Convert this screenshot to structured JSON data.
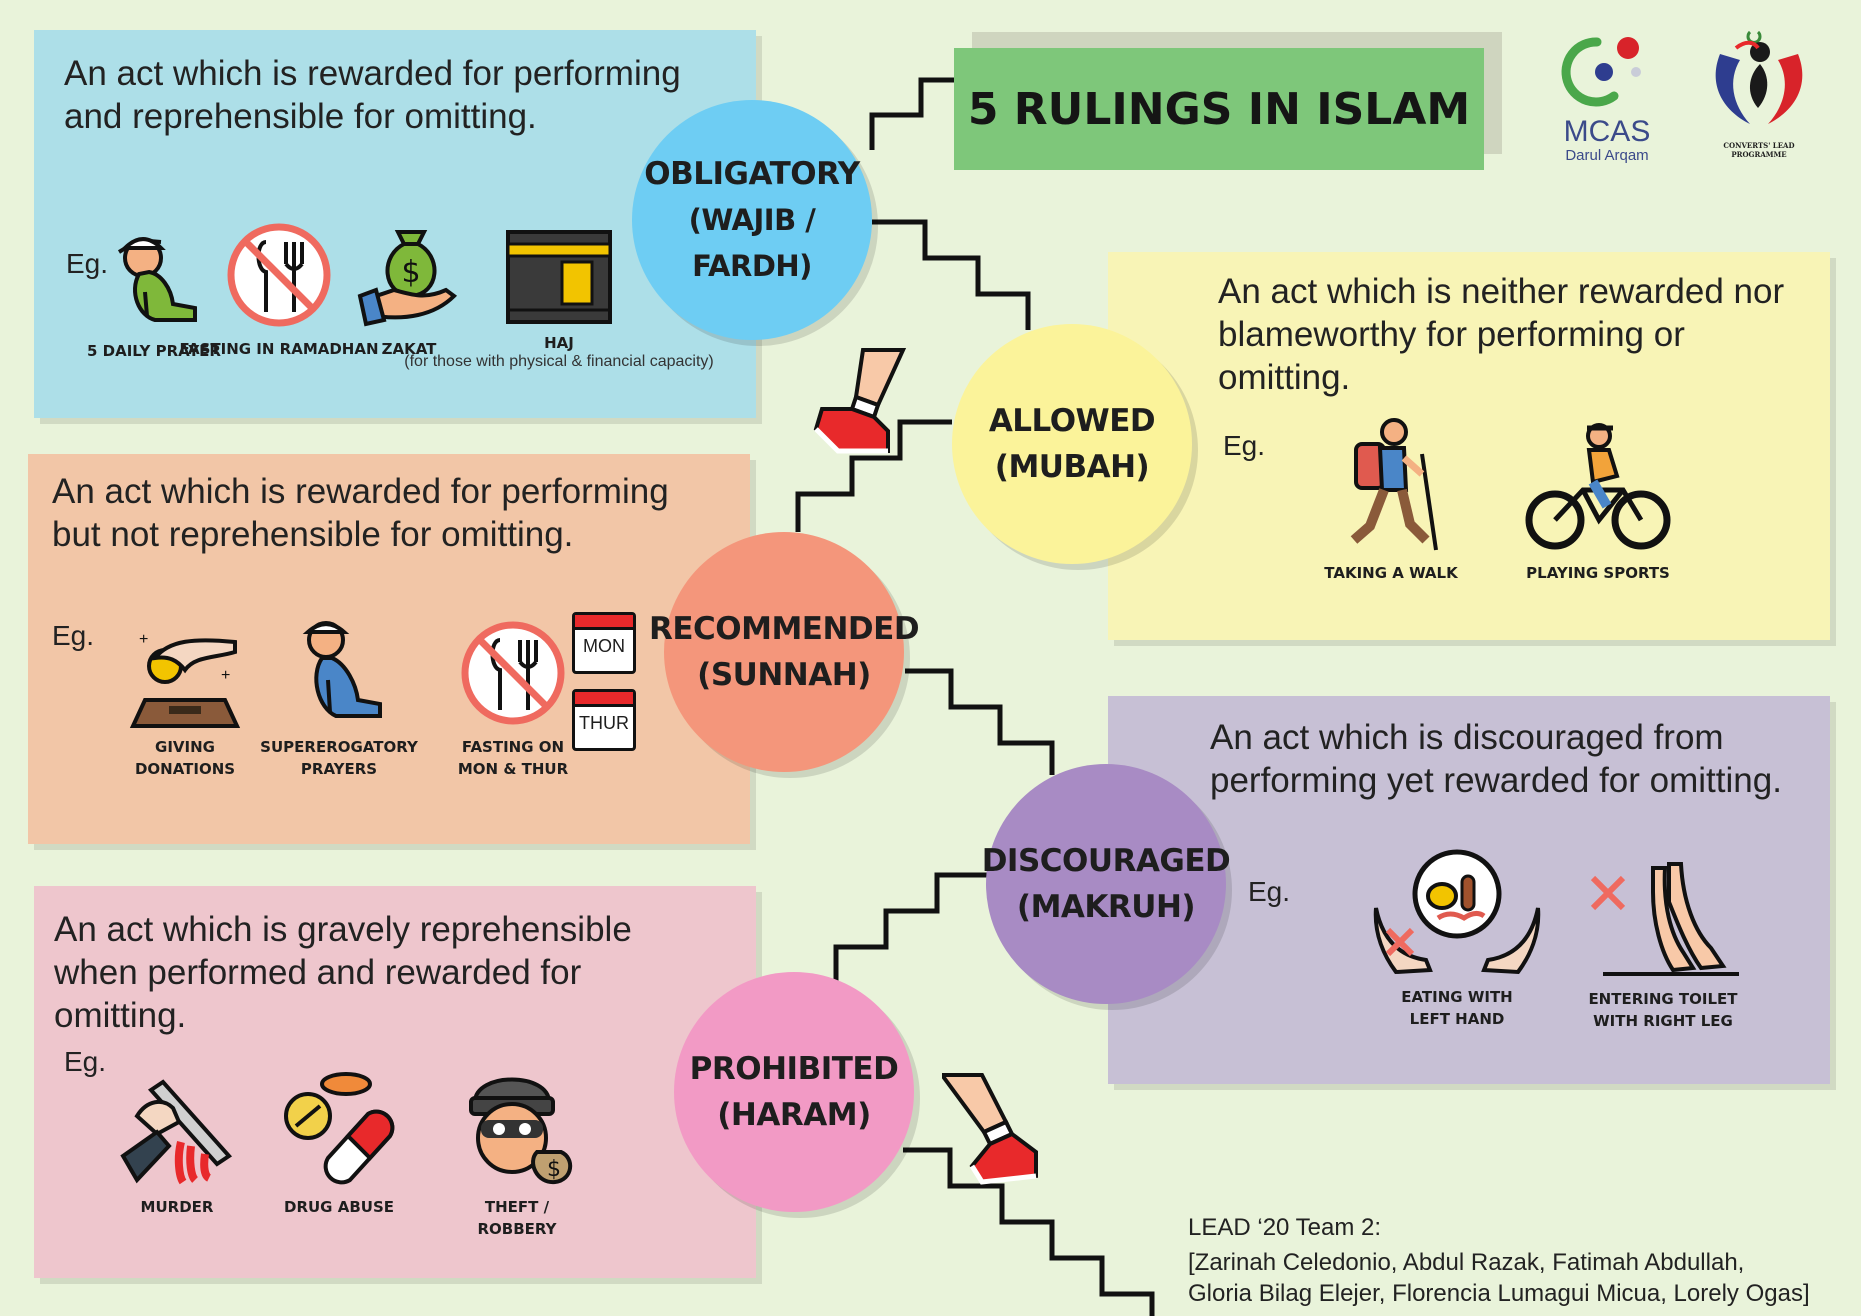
{
  "title": "5 RULINGS IN ISLAM",
  "logos": {
    "mcas_name": "MCAS",
    "mcas_sub": "Darul Arqam",
    "clp_text": "CONVERTS' LEAD PROGRAMME"
  },
  "eg_label": "Eg.",
  "rulings": [
    {
      "name_line1": "OBLIGATORY",
      "name_line2": "(WAJIB / FARDH)",
      "color": "#6ecdf3",
      "panel_color": "#addfe8",
      "description": "An act which is rewarded for performing and reprehensible for omitting.",
      "examples": [
        {
          "label": "5 DAILY PRAYER",
          "icon": "praying-person-icon"
        },
        {
          "label": "FASTING IN RAMADHAN",
          "icon": "no-eating-icon"
        },
        {
          "label": "ZAKAT",
          "icon": "money-bag-hand-icon"
        },
        {
          "label": "HAJ",
          "sublabel": "(for those with physical & financial capacity)",
          "icon": "kaaba-icon"
        }
      ]
    },
    {
      "name_line1": "ALLOWED",
      "name_line2": "(MUBAH)",
      "color": "#fbf39a",
      "panel_color": "#f8f4b6",
      "description": "An act which is neither rewarded nor blameworthy for performing or omitting.",
      "examples": [
        {
          "label": "TAKING A WALK",
          "icon": "hiker-icon"
        },
        {
          "label": "PLAYING SPORTS",
          "icon": "cyclist-icon"
        }
      ]
    },
    {
      "name_line1": "RECOMMENDED",
      "name_line2": "(SUNNAH)",
      "color": "#f4967b",
      "panel_color": "#f2c6a7",
      "description": "An act which is rewarded for performing but not reprehensible for omitting.",
      "examples": [
        {
          "label": "GIVING DONATIONS",
          "icon": "donation-icon"
        },
        {
          "label": "SUPEREROGATORY PRAYERS",
          "icon": "praying-person-icon"
        },
        {
          "label": "FASTING ON MON & THUR",
          "icon": "no-eating-icon",
          "calendar": [
            "MON",
            "THUR"
          ]
        }
      ]
    },
    {
      "name_line1": "DISCOURAGED",
      "name_line2": "(MAKRUH)",
      "color": "#a88bc4",
      "panel_color": "#c7c0d5",
      "description": "An act which is discouraged from performing yet rewarded for omitting.",
      "examples": [
        {
          "label": "EATING WITH LEFT HAND",
          "icon": "hands-plate-icon"
        },
        {
          "label": "ENTERING TOILET WITH RIGHT LEG",
          "icon": "legs-cross-icon"
        }
      ]
    },
    {
      "name_line1": "PROHIBITED",
      "name_line2": "(HARAM)",
      "color": "#f29ac5",
      "panel_color": "#eec6cd",
      "description": "An act which is gravely reprehensible when performed and rewarded for omitting.",
      "examples": [
        {
          "label": "MURDER",
          "icon": "knife-hand-icon"
        },
        {
          "label": "DRUG ABUSE",
          "icon": "pills-icon"
        },
        {
          "label": "THEFT / ROBBERY",
          "icon": "robber-icon"
        }
      ]
    }
  ],
  "credits": {
    "team": "LEAD ‘20 Team 2:",
    "members_line1": "[Zarinah Celedonio, Abdul Razak, Fatimah Abdullah,",
    "members_line2": "Gloria Bilag Elejer, Florencia Lumagui Micua, Lorely Ogas]"
  }
}
